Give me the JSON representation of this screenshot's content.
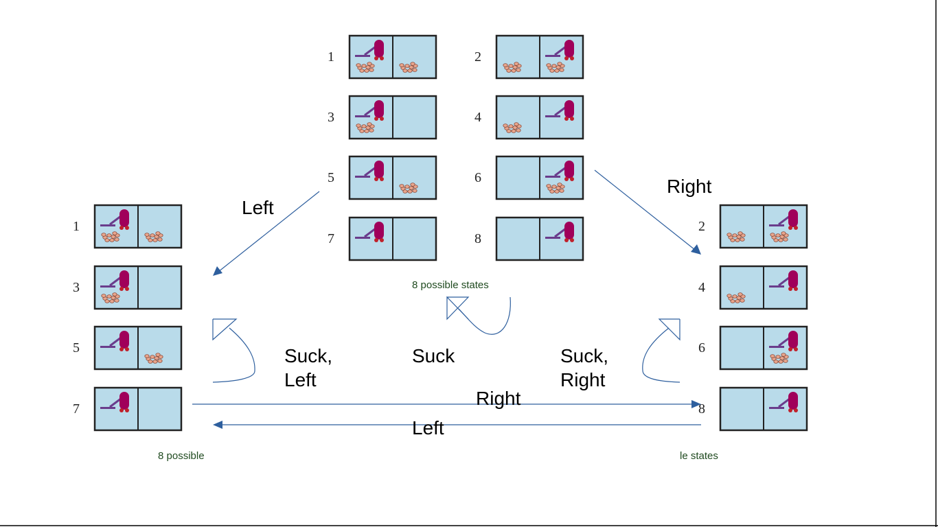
{
  "diagram": {
    "caption_center": "8 possible states",
    "caption_left": "8 possible",
    "caption_right": "le states",
    "states": [
      {
        "id": "1",
        "vacuum": "left",
        "dirt_left": true,
        "dirt_right": true
      },
      {
        "id": "2",
        "vacuum": "right",
        "dirt_left": true,
        "dirt_right": true
      },
      {
        "id": "3",
        "vacuum": "left",
        "dirt_left": true,
        "dirt_right": false
      },
      {
        "id": "4",
        "vacuum": "right",
        "dirt_left": true,
        "dirt_right": false
      },
      {
        "id": "5",
        "vacuum": "left",
        "dirt_left": false,
        "dirt_right": true
      },
      {
        "id": "6",
        "vacuum": "right",
        "dirt_left": false,
        "dirt_right": true
      },
      {
        "id": "7",
        "vacuum": "left",
        "dirt_left": false,
        "dirt_right": false
      },
      {
        "id": "8",
        "vacuum": "right",
        "dirt_left": false,
        "dirt_right": false
      }
    ],
    "left_group": [
      "1",
      "3",
      "5",
      "7"
    ],
    "right_group": [
      "2",
      "4",
      "6",
      "8"
    ],
    "edges": {
      "left": "Left",
      "right": "Right",
      "suck": "Suck",
      "suck_left_1": "Suck,",
      "suck_left_2": "Left",
      "suck_right_1": "Suck,",
      "suck_right_2": "Right",
      "bottom_right": "Right",
      "bottom_left": "Left"
    },
    "colors": {
      "cell": "#b9dbea",
      "border": "#222222",
      "vacuum": "#a0005a",
      "vacuum_base": "#6a3c8c",
      "dirt": "#e8a58c",
      "arrow": "#2e5f9e"
    }
  }
}
